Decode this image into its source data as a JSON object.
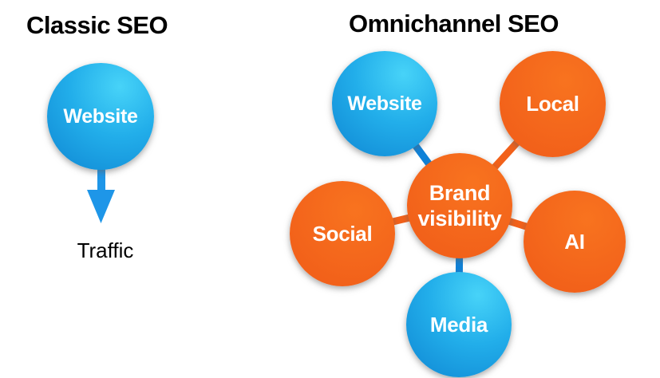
{
  "classic": {
    "title": "Classic SEO",
    "node_label": "Website",
    "result_label": "Traffic"
  },
  "omnichannel": {
    "title": "Omnichannel SEO",
    "center_label": "Brand visibility",
    "satellites": [
      {
        "label": "Website",
        "style": "blue"
      },
      {
        "label": "Local",
        "style": "orange"
      },
      {
        "label": "Social",
        "style": "orange"
      },
      {
        "label": "AI",
        "style": "orange"
      },
      {
        "label": "Media",
        "style": "blue"
      }
    ]
  },
  "colors": {
    "orange": "#f2611a",
    "blue_gradient_light": "#47d3f8",
    "blue_gradient_dark": "#0f86d3",
    "connector_blue": "#0f82d8",
    "connector_orange": "#f2611a",
    "arrow_blue": "#1e96e8",
    "node_text": "#ffffff",
    "title_text": "#000000",
    "background": "#ffffff"
  }
}
